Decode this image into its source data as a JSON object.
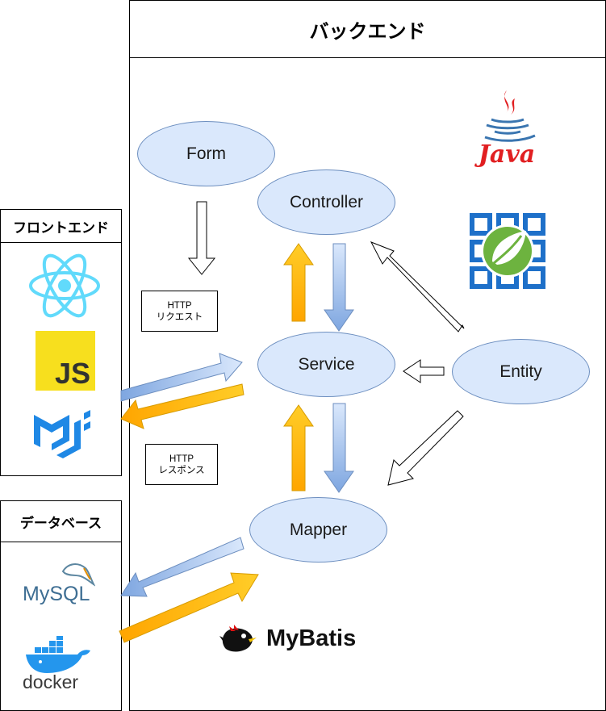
{
  "backend": {
    "title": "バックエンド"
  },
  "frontend": {
    "title": "フロントエンド"
  },
  "database": {
    "title": "データベース"
  },
  "nodes": {
    "form": "Form",
    "controller": "Controller",
    "service": "Service",
    "entity": "Entity",
    "mapper": "Mapper"
  },
  "notes": {
    "request": [
      "HTTP",
      "リクエスト"
    ],
    "response": [
      "HTTP",
      "レスポンス"
    ]
  },
  "logos": {
    "java": {
      "text": "Java",
      "color": "#e11f21",
      "icon": "java-icon"
    },
    "spring": {
      "color": "#6db33f",
      "icon": "spring-icon"
    },
    "react": {
      "color": "#61dafb",
      "icon": "react-icon"
    },
    "js": {
      "text": "JS",
      "color": "#f7df1e",
      "icon": "javascript-icon"
    },
    "mui": {
      "color": "#1f88e5",
      "icon": "mui-icon"
    },
    "mysql": {
      "text": "MySQL",
      "color": "#3e6e93",
      "icon": "mysql-icon"
    },
    "docker": {
      "text": "docker",
      "color": "#2496ed",
      "icon": "docker-icon"
    },
    "mybatis": {
      "text": "MyBatis",
      "icon": "mybatis-icon"
    }
  },
  "colors": {
    "node_fill": "#dae8fc",
    "node_stroke": "#6c8ebf",
    "arrow_blue": "#7ea6e0",
    "arrow_orange": "#ffa500"
  }
}
